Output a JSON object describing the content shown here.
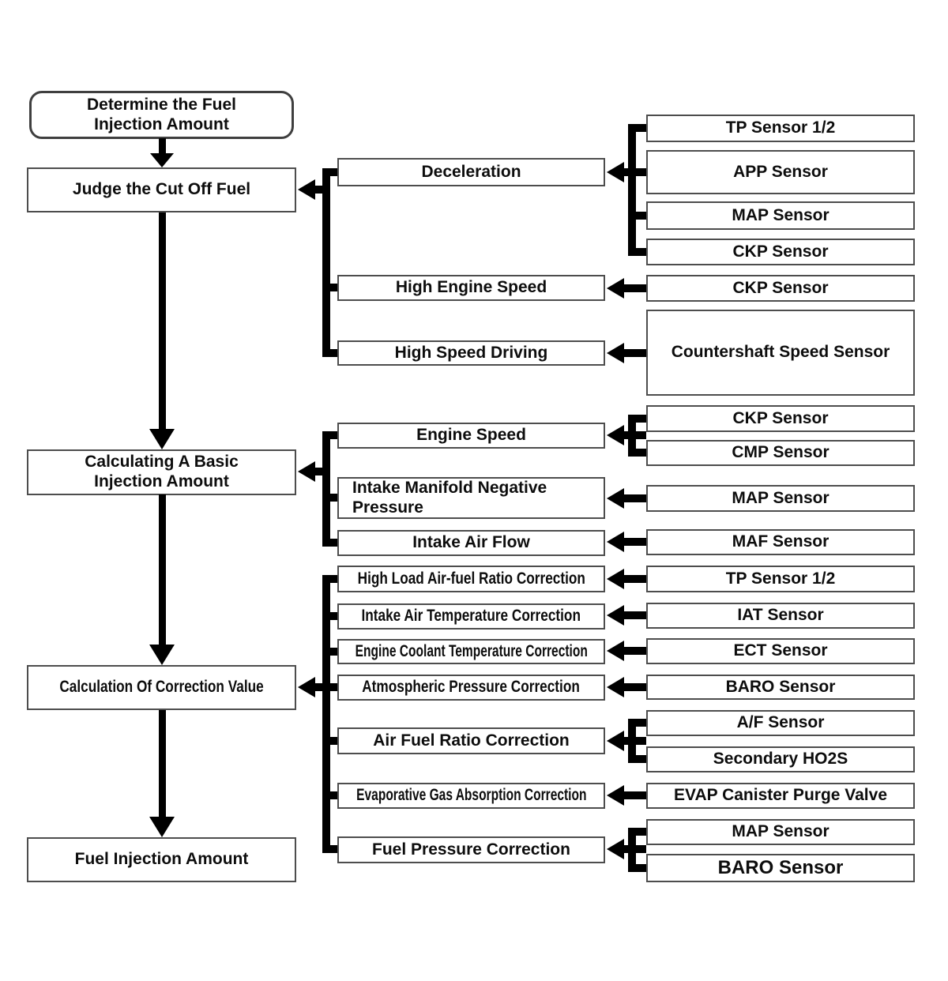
{
  "flowchart": {
    "process_column": {
      "determine_label": "Determine the Fuel\nInjection Amount",
      "judge_label": "Judge the Cut Off Fuel",
      "basic_label": "Calculating A Basic\nInjection Amount",
      "correction_label": "Calculation Of Correction Value",
      "final_label": "Fuel Injection Amount"
    },
    "condition_column": {
      "deceleration": "Deceleration",
      "high_engine_speed": "High Engine Speed",
      "high_speed_driving": "High Speed Driving",
      "engine_speed": "Engine Speed",
      "intake_manifold_negative_pressure": "Intake Manifold Negative\nPressure",
      "intake_air_flow": "Intake Air Flow",
      "high_load_air_fuel_ratio_correction": "High Load Air-fuel Ratio Correction",
      "intake_air_temperature_correction": "Intake Air Temperature Correction",
      "engine_coolant_temperature_correction": "Engine Coolant Temperature Correction",
      "atmospheric_pressure_correction": "Atmospheric Pressure Correction",
      "air_fuel_ratio_correction": "Air Fuel Ratio Correction",
      "evaporative_gas_absorption_correction": "Evaporative Gas Absorption Correction",
      "fuel_pressure_correction": "Fuel Pressure Correction"
    },
    "sensor_column": {
      "tp_sensor_deceleration": "TP Sensor 1/2",
      "app_sensor": "APP Sensor",
      "map_sensor_deceleration": "MAP Sensor",
      "ckp_sensor_deceleration": "CKP Sensor",
      "ckp_sensor_high_engine_speed": "CKP Sensor",
      "countershaft_speed_sensor": "Countershaft Speed Sensor",
      "ckp_sensor_engine_speed": "CKP Sensor",
      "cmp_sensor": "CMP Sensor",
      "map_sensor_intake_manifold": "MAP Sensor",
      "maf_sensor": "MAF Sensor",
      "tp_sensor_high_load": "TP Sensor 1/2",
      "iat_sensor": "IAT Sensor",
      "ect_sensor": "ECT Sensor",
      "baro_sensor_atmospheric": "BARO Sensor",
      "af_sensor": "A/F Sensor",
      "secondary_ho2s": "Secondary HO2S",
      "evap_canister_purge_valve": "EVAP Canister Purge Valve",
      "map_sensor_fuel_pressure": "MAP Sensor",
      "baro_sensor_fuel_pressure": "BARO Sensor"
    },
    "colors": {
      "line": "#000000",
      "box_border": "#4d4d4d",
      "text": "#0d0d0d",
      "background": "#ffffff"
    }
  }
}
